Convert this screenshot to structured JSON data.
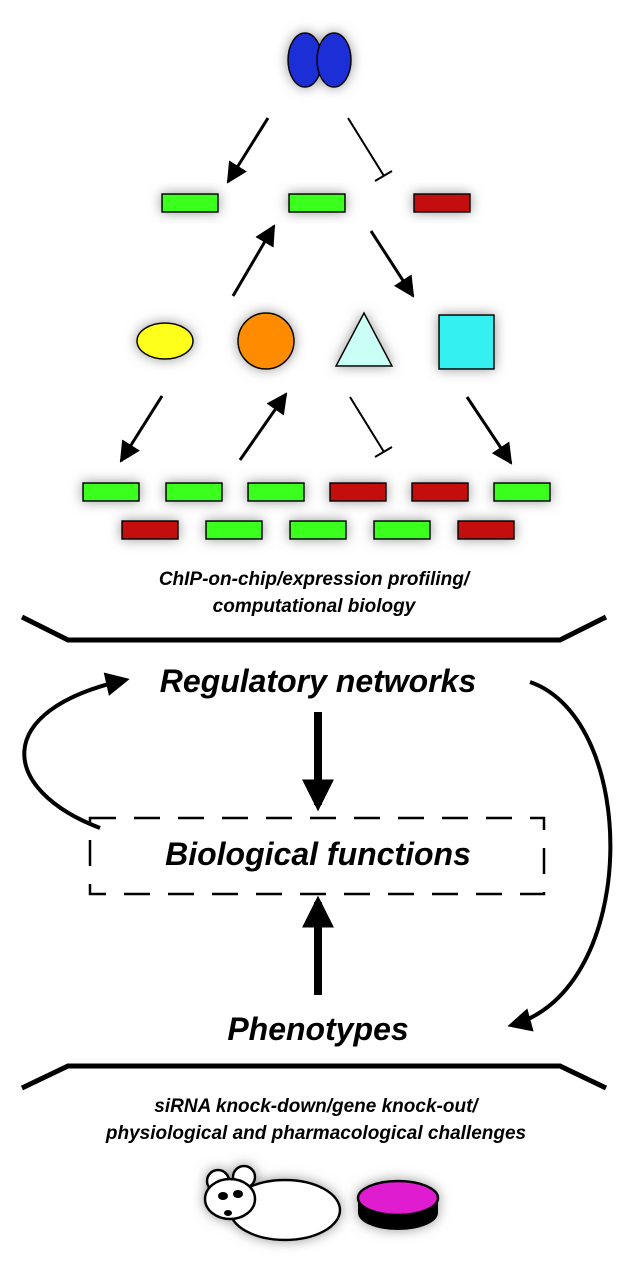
{
  "top_caption": {
    "line1": "ChIP-on-chip/expression profiling/",
    "line2": "computational biology"
  },
  "labels": {
    "regulatory_networks": "Regulatory networks",
    "biological_functions": "Biological functions",
    "phenotypes": "Phenotypes"
  },
  "bottom_caption": {
    "line1": "siRNA knock-down/gene knock-out/",
    "line2": "physiological and pharmacological challenges"
  },
  "colors": {
    "transcription_factor": "#1a2fd6",
    "gene_up": "#3bff1f",
    "gene_down": "#c41010",
    "ellipse": "#ffff1a",
    "circle": "#ff8c00",
    "triangle": "#c9fff4",
    "square": "#36f0f0",
    "dish": "#e01ed0",
    "glow": "#9a9a9a"
  }
}
